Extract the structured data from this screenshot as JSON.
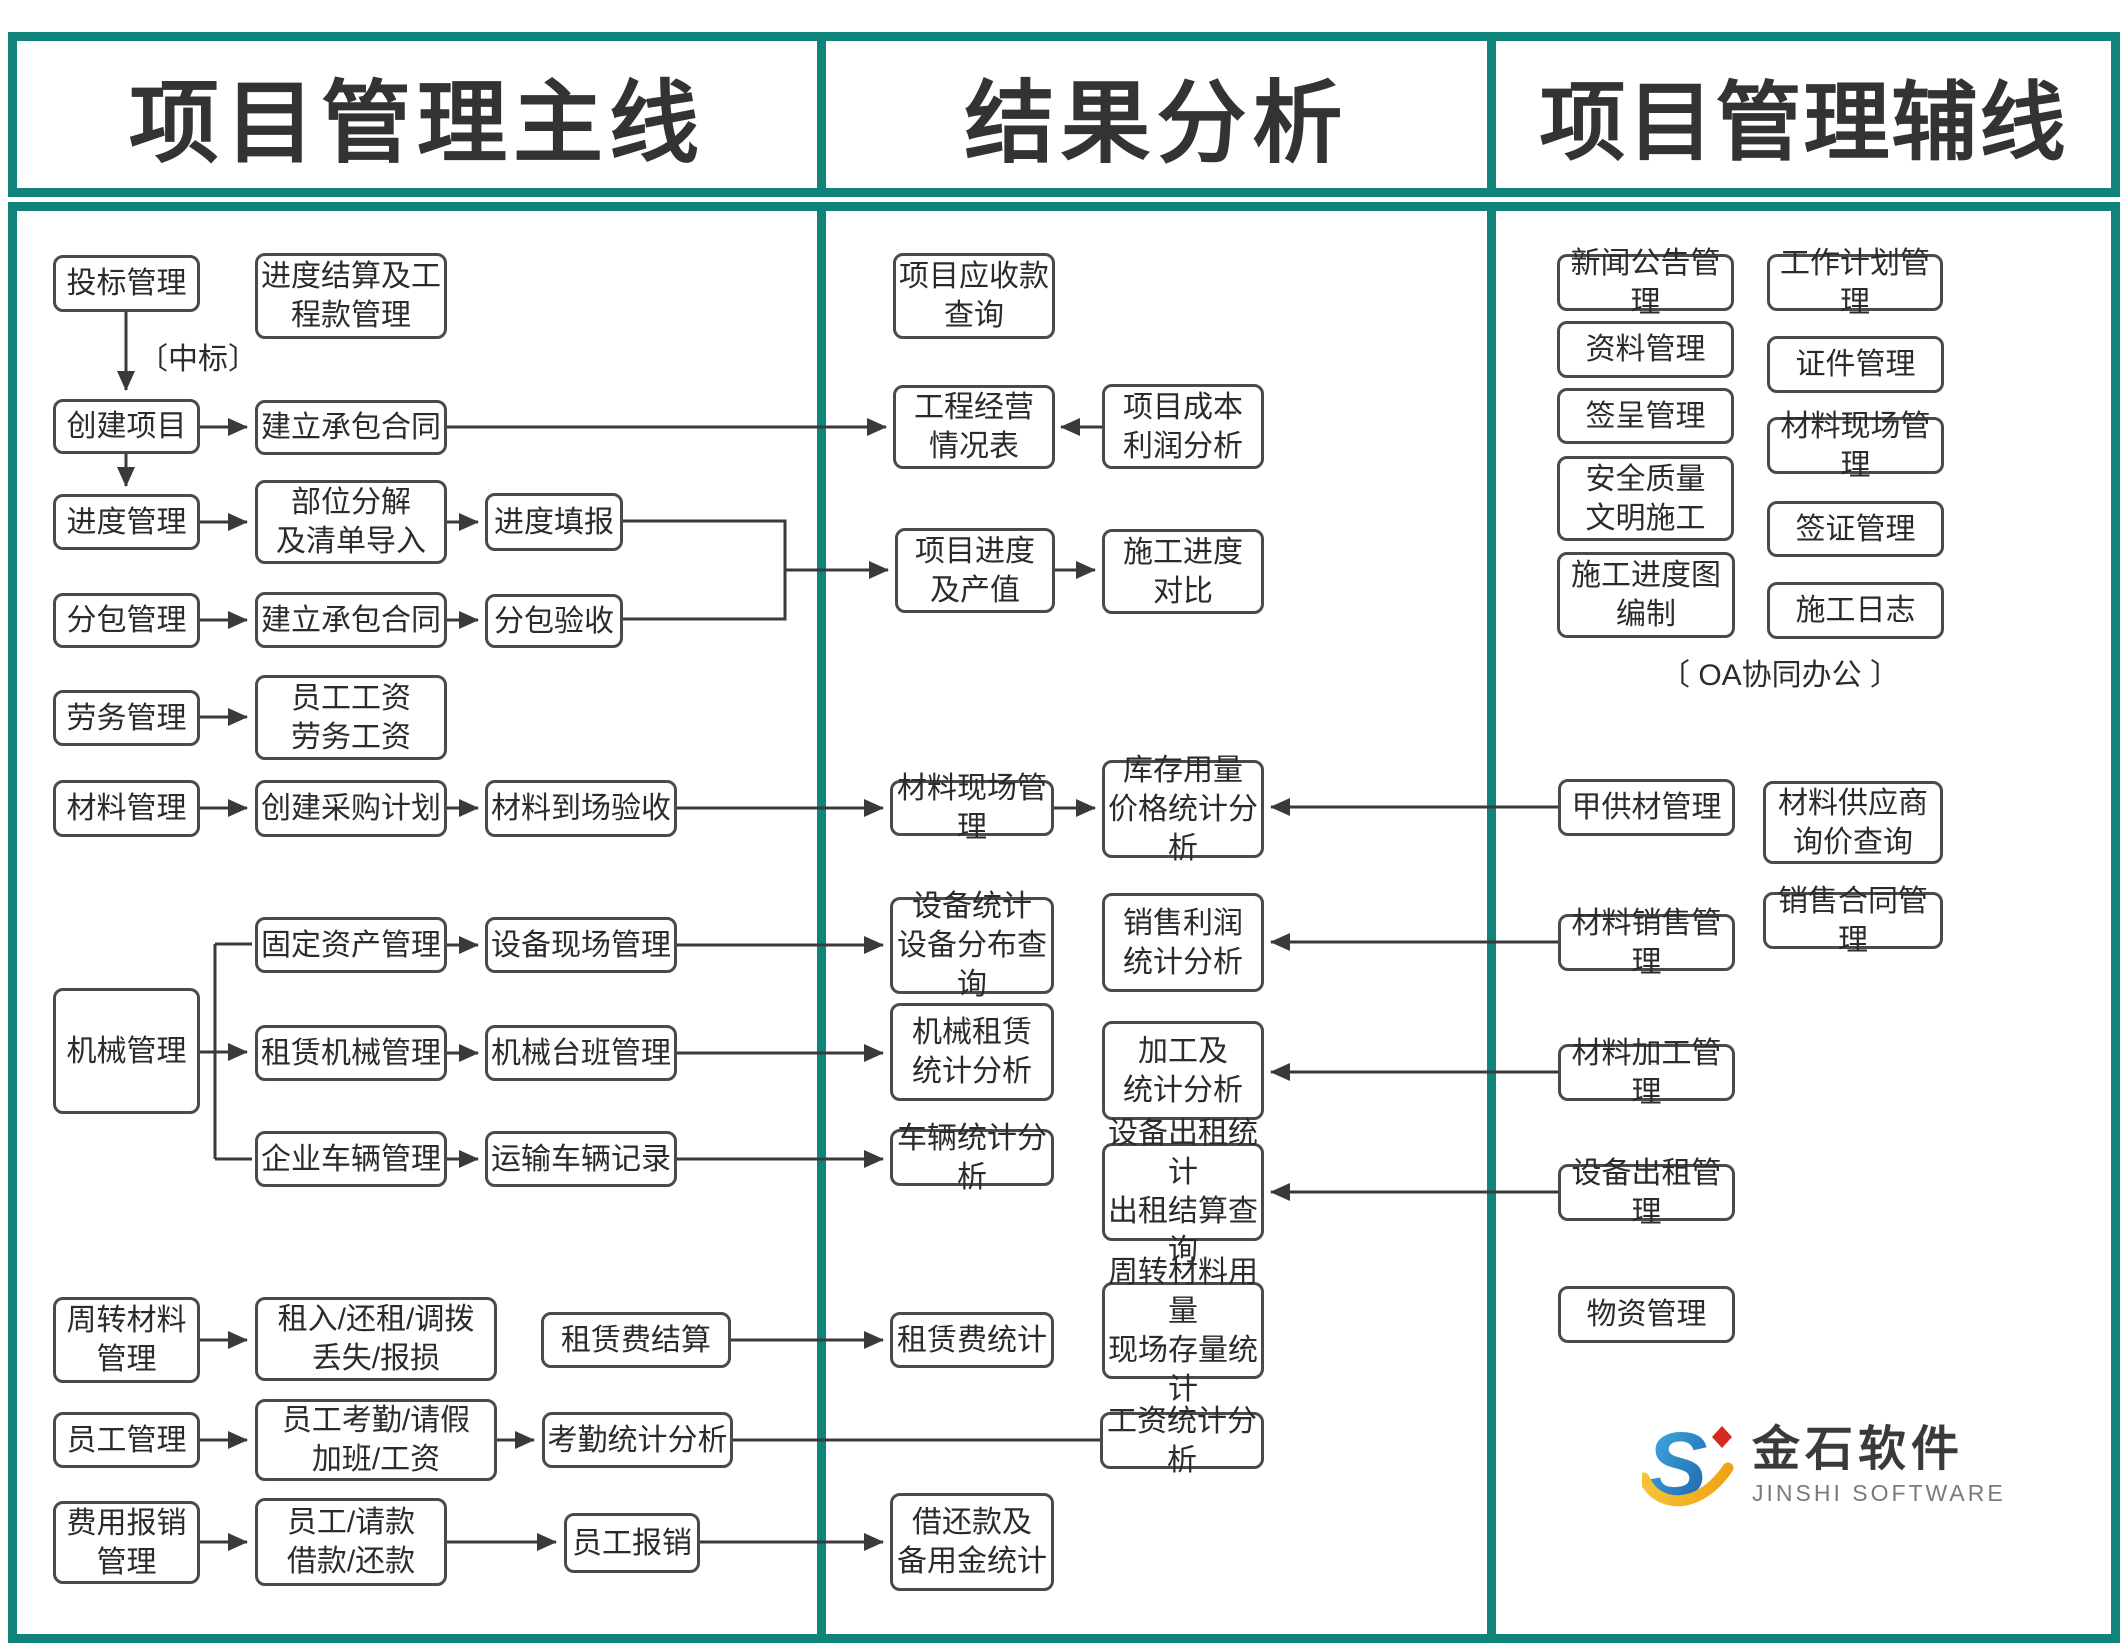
{
  "colors": {
    "accent_teal": "#10847b",
    "box_border": "#4a4a4a",
    "connector": "#3a3a3a",
    "logo_blue_light": "#45b4e6",
    "logo_blue_dark": "#1b5ea8",
    "logo_yellow": "#f5b21d",
    "logo_red": "#d42a20"
  },
  "headers": {
    "main": "项目管理主线",
    "analysis": "结果分析",
    "aux": "项目管理辅线"
  },
  "labels": {
    "win_bid": "〔中标〕",
    "oa": "〔 OA协同办公 〕"
  },
  "nodes": {
    "bid": "投标管理",
    "settle": "进度结算及工\n程款管理",
    "create": "创建项目",
    "contract1": "建立承包合同",
    "progress": "进度管理",
    "decompose": "部位分解\n及清单导入",
    "fill": "进度填报",
    "subcontract": "分包管理",
    "contract2": "建立承包合同",
    "subaccept": "分包验收",
    "labor": "劳务管理",
    "wages": "员工工资\n劳务工资",
    "material": "材料管理",
    "purchase": "创建采购计划",
    "arrival": "材料到场验收",
    "machine": "机械管理",
    "fixedasset": "固定资产管理",
    "equipsite": "设备现场管理",
    "rentmachine": "租赁机械管理",
    "machineshift": "机械台班管理",
    "vehicles": "企业车辆管理",
    "transport": "运输车辆记录",
    "turnover": "周转材料\n管理",
    "rentin": "租入/还租/调拨\n丢失/报损",
    "rentsettle": "租赁费结算",
    "staff": "员工管理",
    "attendance": "员工考勤/请假\n加班/工资",
    "attendstat": "考勤统计分析",
    "expense": "费用报销\n管理",
    "reqloan": "员工/请款\n借款/还款",
    "reimburse": "员工报销",
    "receivable": "项目应收款\n查询",
    "operating": "工程经营\n情况表",
    "costprofit": "项目成本\n利润分析",
    "projprogress": "项目进度\n及产值",
    "constrcompare": "施工进度\n对比",
    "matsite": "材料现场管理",
    "inventory": "库存用量\n价格统计分析",
    "equipstat": "设备统计\n设备分布查询",
    "salesprofit": "销售利润\n统计分析",
    "machrent": "机械租赁\n统计分析",
    "processing": "加工及\n统计分析",
    "vehstat": "车辆统计分析",
    "equiprentstat": "设备出租统计\n出租结算查询",
    "rentfee": "租赁费统计",
    "turnstat": "周转材料用量\n现场存量统计",
    "salarystat": "工资统计分析",
    "loanstat": "借还款及\n备用金统计",
    "news": "新闻公告管理",
    "workplan": "工作计划管理",
    "docs": "资料管理",
    "certs": "证件管理",
    "signreq": "签呈管理",
    "auxmatsite": "材料现场管理",
    "safety": "安全质量\n文明施工",
    "visa": "签证管理",
    "schedchart": "施工进度图\n编制",
    "constrlog": "施工日志",
    "supply": "甲供材管理",
    "supplier": "材料供应商\n询价查询",
    "matsales": "材料销售管理",
    "salescontract": "销售合同管理",
    "matprocess": "材料加工管理",
    "equiprent": "设备出租管理",
    "goods": "物资管理"
  },
  "logo": {
    "name_cn": "金石软件",
    "name_en": "JINSHI SOFTWARE"
  }
}
